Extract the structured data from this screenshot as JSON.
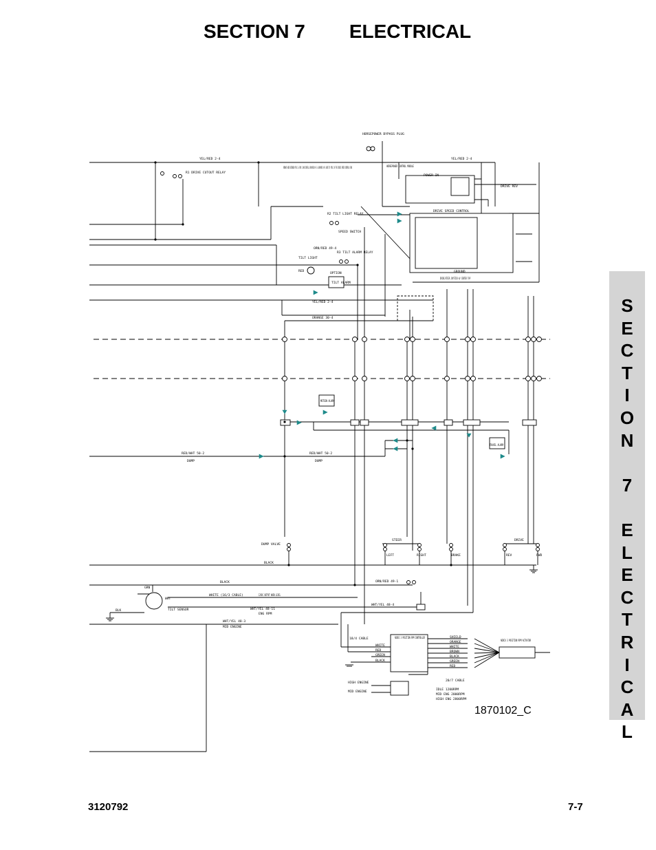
{
  "header": {
    "section": "SECTION 7",
    "title": "ELECTRICAL"
  },
  "tab": {
    "letters": [
      "S",
      "E",
      "C",
      "T",
      "I",
      "O",
      "N",
      "",
      "7",
      "",
      "E",
      "L",
      "E",
      "C",
      "T",
      "R",
      "I",
      "C",
      "A",
      "L"
    ]
  },
  "footer": {
    "doc_number": "3120792",
    "page_number": "7-7"
  },
  "drawing_number": "1870102_C",
  "schematic": {
    "labels": {
      "hp_bypass_plug": "HORSEPOWER BYPASS PLUG",
      "yel_red_24_top": "YEL/RED 2-4",
      "yel_red_24_right": "YEL/RED 2-4",
      "drive_cutout_relay": "R1 DRIVE CUTOUT RELAY",
      "remove_wire_note": "REMOVE WIRE BETWEEN PIN 1 & PIN 2 AND INSTALL ORN/RED 49-3 & ORN/RED 49-1 WIRE TO PIN 2 OF THE DRIVE SPEED CONTROL CARD",
      "hp_control_module": "HORSEPOWER CONTROL MODULE",
      "drive_rev": "DRIVE REV",
      "drive_speed_control": "DRIVE SPEED CONTROL",
      "tilt_light_relay": "R2 TILT LIGHT RELAY",
      "speed_switch": "SPEED SWITCH",
      "tilt_light": "TILT LIGHT",
      "tilt_alarm_relay": "R3 TILT ALARM RELAY",
      "tilt_alarm": "TILT ALARM",
      "option": "OPTION",
      "red": "RED",
      "orn_red_494": "ORN/RED 49-4",
      "ground": "GROUND",
      "power_in": "POWER IN",
      "joystick_note": "DRIVE/STEER JOYSTICK W/ CENTER TAP",
      "yel_red_24_low": "YEL/RED 2-4",
      "orange_304": "ORANGE 30-4",
      "motion_alarm": "MOTION ALARM",
      "red_wht_502_a": "RED/WHT 50-2",
      "red_wht_502_b": "RED/WHT 50-2",
      "dump_a": "DUMP",
      "dump_b": "DUMP",
      "travel_alarm": "TRAVEL ALARM",
      "dump_valve": "DUMP VALVE",
      "steer": "STEER",
      "left": "LEFT",
      "right": "RIGHT",
      "brake": "BRAKE",
      "drive": "DRIVE",
      "rev": "REV",
      "fwd": "FWD",
      "black_a": "BLACK",
      "black_b": "BLACK",
      "orn_red_491": "ORN/RED 49-1",
      "white_cable": "WHITE (16/3 CABLE)",
      "level_output": "12VDC OUTPUT WHEN LEVEL",
      "grn": "GRN",
      "wht": "WHT",
      "blk": "BLK",
      "tilt_sensor": "TILT SENSOR",
      "wht_yel_4811": "WHT/YEL 48-11",
      "wht_yel_484": "WHT/YEL 48-4",
      "eng_rpm": "ENG RPM",
      "wht_yel_483": "WHT/YEL 48-3",
      "mid_engine": "MID ENGINE",
      "cable_183": "18/4 CABLE",
      "pos_controller": "ADDCO 3 POSITION RPM CONTROLLER",
      "pos_actuator": "ADDCO 3 POSITION RPM ACTUATOR",
      "high_engine_top": "HIGH ENGINE",
      "mid_engine_low": "MID ENGINE",
      "cable_207": "20/7 CABLE",
      "rpm_idle": "IDLE 1200RPM",
      "rpm_mid": "MID ENG 2000RPM",
      "rpm_high": "HIGH ENG 2800RPM",
      "ctrl_white": "WHITE",
      "ctrl_red": "RED",
      "ctrl_green": "GREEN",
      "ctrl_black": "BLACK",
      "act_shield": "SHIELD",
      "act_orange": "ORANGE",
      "act_white": "WHITE",
      "act_brown": "BROWN",
      "act_black": "BLACK",
      "act_green": "GREEN",
      "act_red": "RED"
    }
  }
}
